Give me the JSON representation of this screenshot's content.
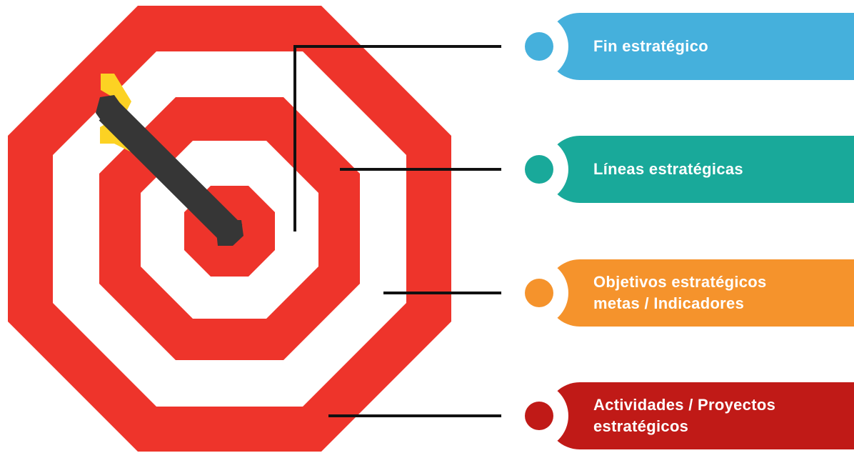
{
  "colors": {
    "target_red": "#ee342b",
    "target_white": "#ffffff",
    "arrow_shaft": "#363636",
    "arrow_fletch": "#fcd223",
    "connector": "#111111"
  },
  "labels": [
    {
      "lines": [
        "Fin estratégico"
      ],
      "color": "#45b0dc",
      "dot": "#45b0dc"
    },
    {
      "lines": [
        "Líneas estratégicas"
      ],
      "color": "#19a99a",
      "dot": "#19a99a"
    },
    {
      "lines": [
        "Objetivos estratégicos",
        "metas / Indicadores"
      ],
      "color": "#f5932c",
      "dot": "#f5932c"
    },
    {
      "lines": [
        "Actividades / Proyectos",
        "estratégicos"
      ],
      "color": "#c01a17",
      "dot": "#c01a17"
    }
  ]
}
